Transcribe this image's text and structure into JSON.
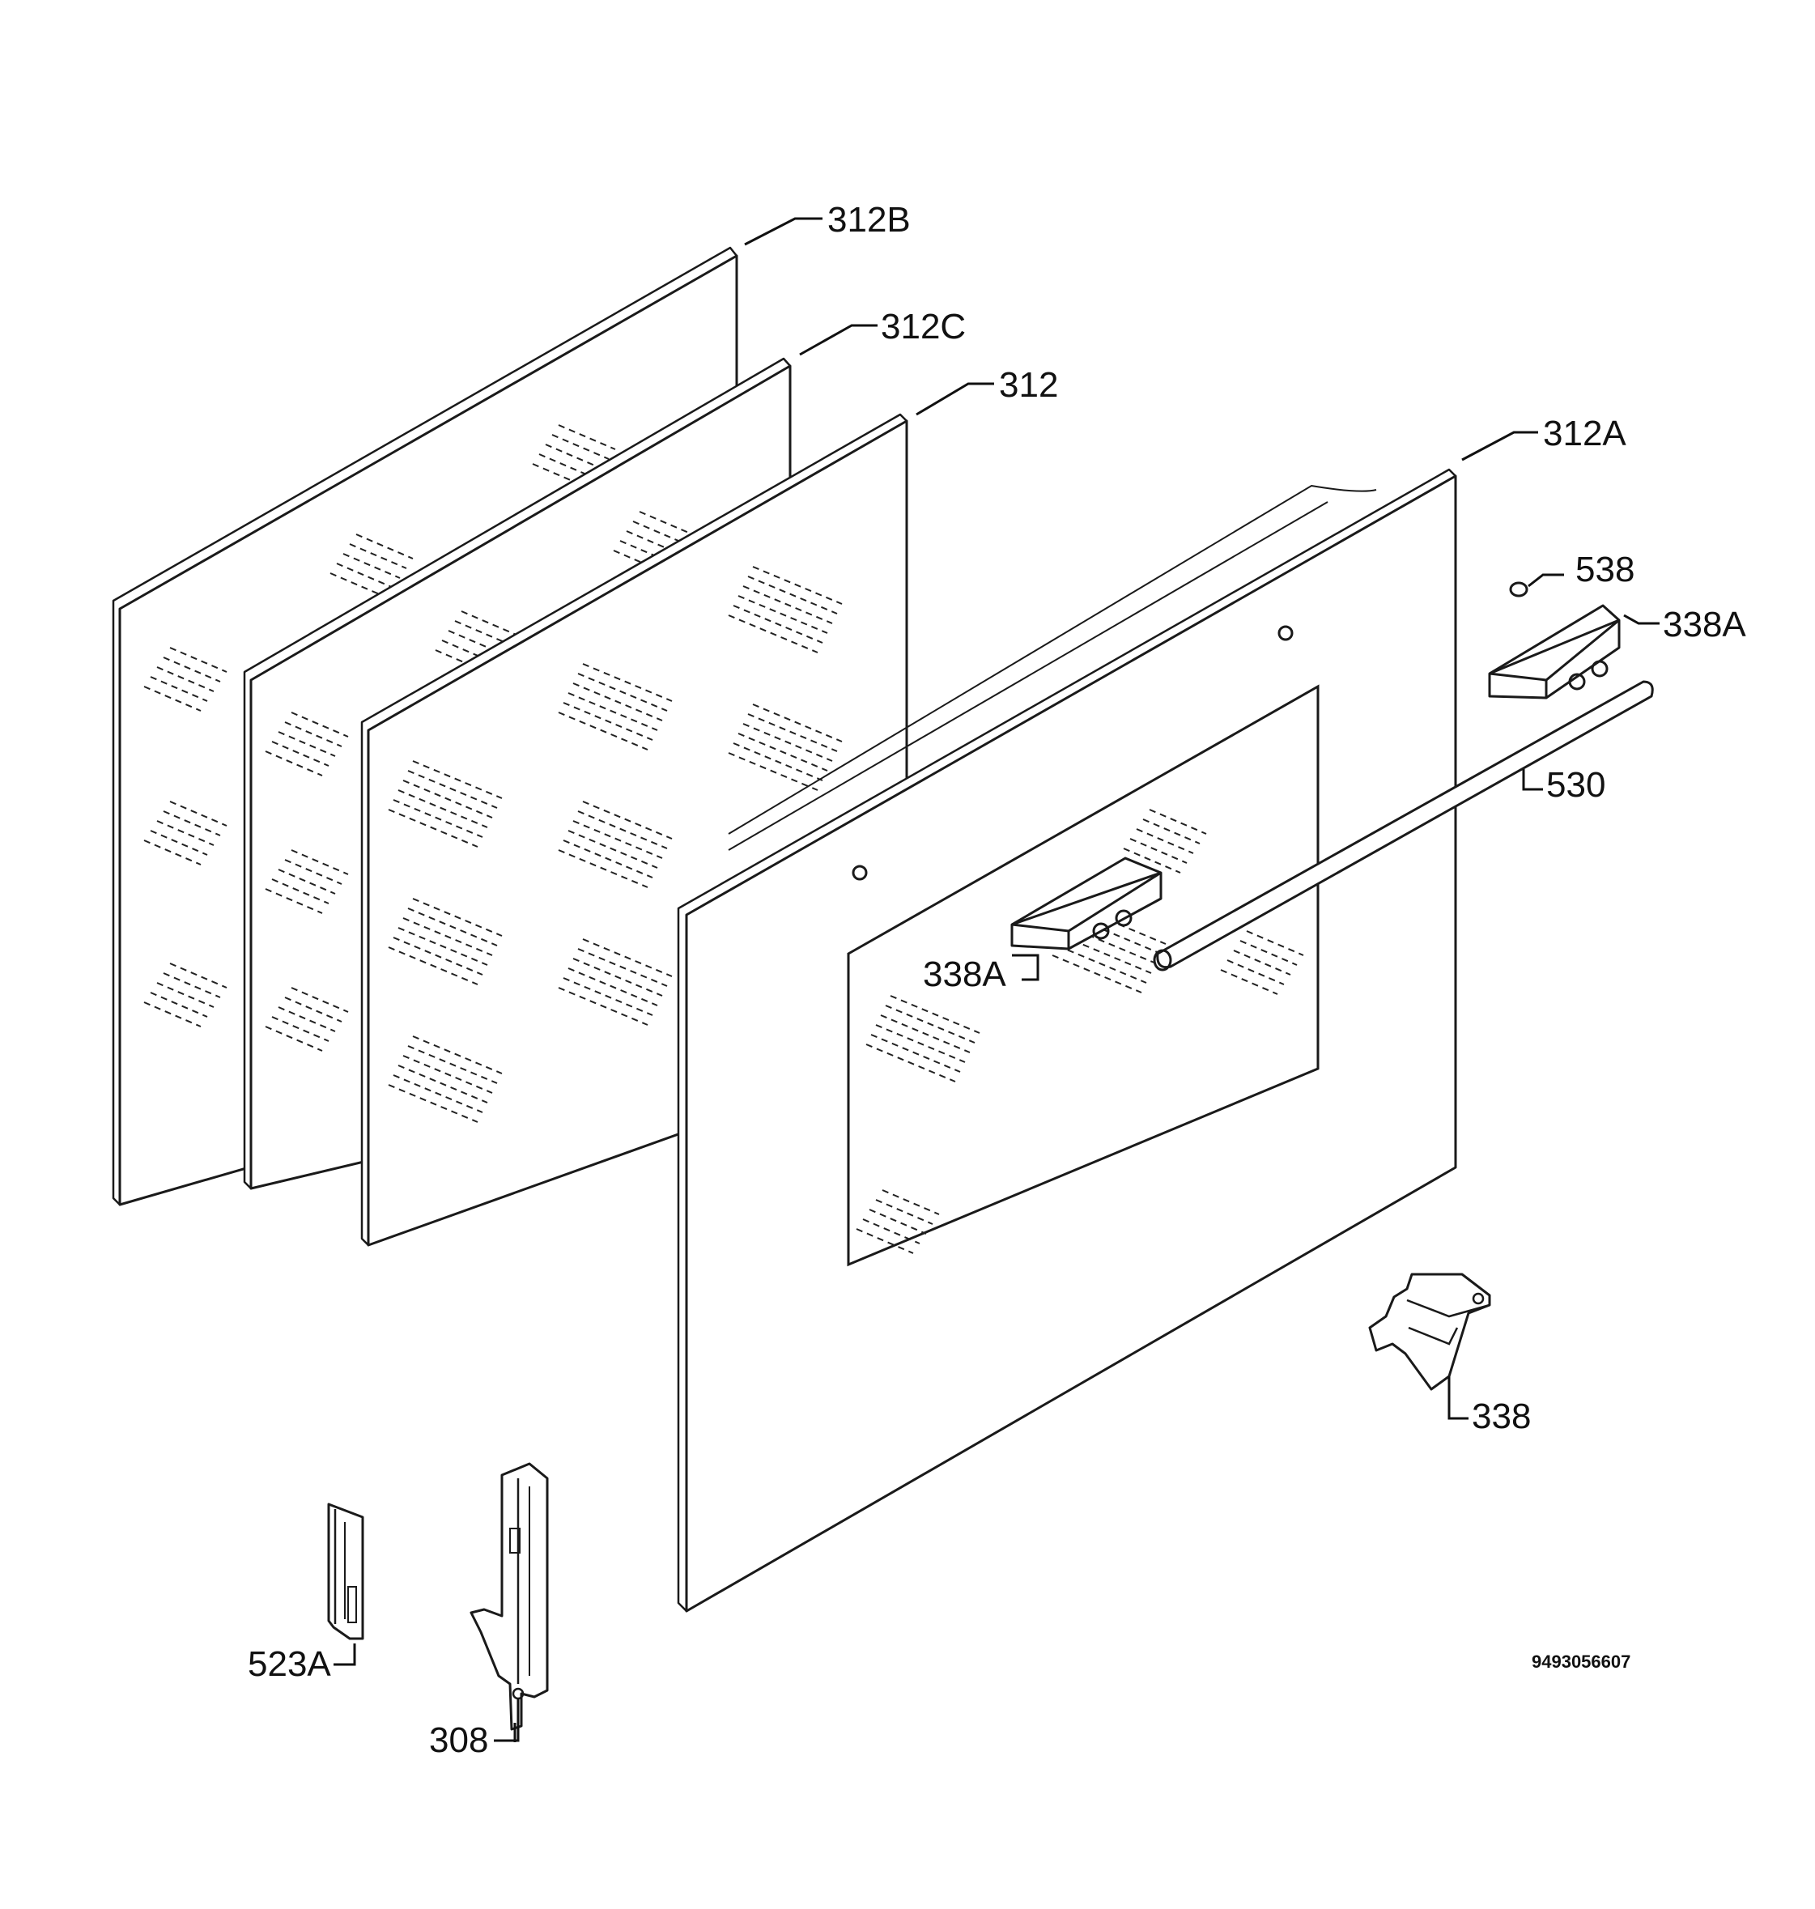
{
  "labels": {
    "p312B": "312B",
    "p312C": "312C",
    "p312": "312",
    "p312A": "312A",
    "p538": "538",
    "p338A_right": "338A",
    "p530": "530",
    "p338A_left": "338A",
    "p338": "338",
    "p523A": "523A",
    "p308": "308"
  },
  "drawing_number": "9493056607"
}
